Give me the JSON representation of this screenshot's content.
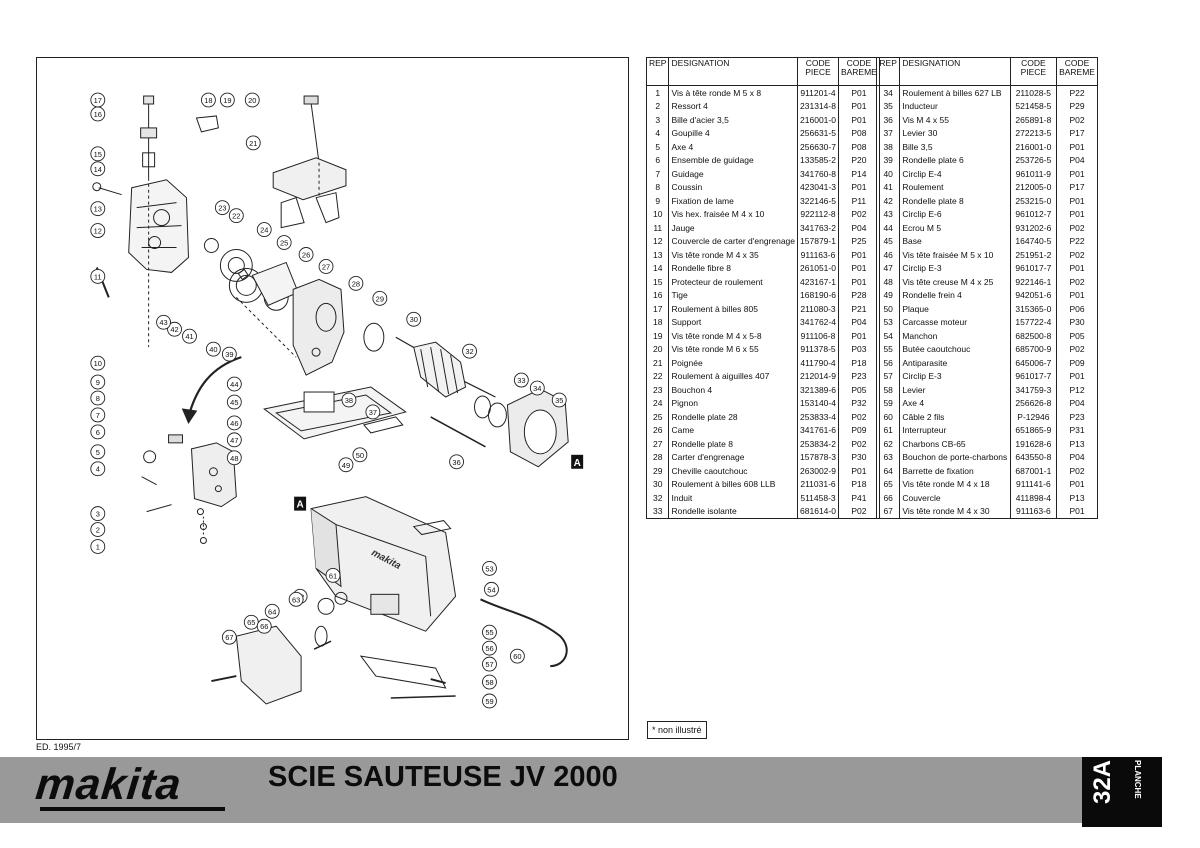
{
  "columns": {
    "rep": "REP",
    "designation": "DESIGNATION",
    "code_line1": "CODE",
    "code_line2": "PIECE",
    "bareme_line1": "CODE",
    "bareme_line2": "BAREME"
  },
  "parts_left": [
    {
      "rep": "1",
      "designation": "Vis à tête ronde M 5 x 8",
      "code": "911201-4",
      "bareme": "P01"
    },
    {
      "rep": "2",
      "designation": "Ressort 4",
      "code": "231314-8",
      "bareme": "P01"
    },
    {
      "rep": "3",
      "designation": "Bille d'acier 3,5",
      "code": "216001-0",
      "bareme": "P01"
    },
    {
      "rep": "4",
      "designation": "Goupille 4",
      "code": "256631-5",
      "bareme": "P08"
    },
    {
      "rep": "5",
      "designation": "Axe 4",
      "code": "256630-7",
      "bareme": "P08"
    },
    {
      "rep": "6",
      "designation": "Ensemble de guidage",
      "code": "133585-2",
      "bareme": "P20"
    },
    {
      "rep": "7",
      "designation": "Guidage",
      "code": "341760-8",
      "bareme": "P14"
    },
    {
      "rep": "8",
      "designation": "Coussin",
      "code": "423041-3",
      "bareme": "P01"
    },
    {
      "rep": "9",
      "designation": "Fixation de lame",
      "code": "322146-5",
      "bareme": "P11"
    },
    {
      "rep": "10",
      "designation": "Vis hex. fraisée M 4 x 10",
      "code": "922112-8",
      "bareme": "P02"
    },
    {
      "rep": "11",
      "designation": "Jauge",
      "code": "341763-2",
      "bareme": "P04"
    },
    {
      "rep": "12",
      "designation": "Couvercle de carter d'engrenage",
      "code": "157879-1",
      "bareme": "P25"
    },
    {
      "rep": "13",
      "designation": "Vis tête ronde M 4 x 35",
      "code": "911163-6",
      "bareme": "P01"
    },
    {
      "rep": "14",
      "designation": "Rondelle fibre 8",
      "code": "261051-0",
      "bareme": "P01"
    },
    {
      "rep": "15",
      "designation": "Protecteur de roulement",
      "code": "423167-1",
      "bareme": "P01"
    },
    {
      "rep": "16",
      "designation": "Tige",
      "code": "168190-6",
      "bareme": "P28"
    },
    {
      "rep": "17",
      "designation": "Roulement à billes 805",
      "code": "211080-3",
      "bareme": "P21"
    },
    {
      "rep": "18",
      "designation": "Support",
      "code": "341762-4",
      "bareme": "P04"
    },
    {
      "rep": "19",
      "designation": "Vis tête ronde M 4 x 5-8",
      "code": "911106-8",
      "bareme": "P01"
    },
    {
      "rep": "20",
      "designation": "Vis tête ronde M 6 x 55",
      "code": "911378-5",
      "bareme": "P03"
    },
    {
      "rep": "21",
      "designation": "Poignée",
      "code": "411790-4",
      "bareme": "P18"
    },
    {
      "rep": "22",
      "designation": "Roulement à aiguilles 407",
      "code": "212014-9",
      "bareme": "P23"
    },
    {
      "rep": "23",
      "designation": "Bouchon 4",
      "code": "321389-6",
      "bareme": "P05"
    },
    {
      "rep": "24",
      "designation": "Pignon",
      "code": "153140-4",
      "bareme": "P32"
    },
    {
      "rep": "25",
      "designation": "Rondelle plate 28",
      "code": "253833-4",
      "bareme": "P02"
    },
    {
      "rep": "26",
      "designation": "Came",
      "code": "341761-6",
      "bareme": "P09"
    },
    {
      "rep": "27",
      "designation": "Rondelle plate 8",
      "code": "253834-2",
      "bareme": "P02"
    },
    {
      "rep": "28",
      "designation": "Carter d'engrenage",
      "code": "157878-3",
      "bareme": "P30"
    },
    {
      "rep": "29",
      "designation": "Cheville caoutchouc",
      "code": "263002-9",
      "bareme": "P01"
    },
    {
      "rep": "30",
      "designation": "Roulement à billes 608 LLB",
      "code": "211031-6",
      "bareme": "P18"
    },
    {
      "rep": "32",
      "designation": "Induit",
      "code": "511458-3",
      "bareme": "P41"
    },
    {
      "rep": "33",
      "designation": "Rondelle isolante",
      "code": "681614-0",
      "bareme": "P02"
    }
  ],
  "parts_right": [
    {
      "rep": "34",
      "designation": "Roulement à billes 627 LB",
      "code": "211028-5",
      "bareme": "P22"
    },
    {
      "rep": "35",
      "designation": "Inducteur",
      "code": "521458-5",
      "bareme": "P29"
    },
    {
      "rep": "36",
      "designation": "Vis  M 4 x 55",
      "code": "265891-8",
      "bareme": "P02"
    },
    {
      "rep": "37",
      "designation": "Levier 30",
      "code": "272213-5",
      "bareme": "P17"
    },
    {
      "rep": "38",
      "designation": "Bille 3,5",
      "code": "216001-0",
      "bareme": "P01"
    },
    {
      "rep": "39",
      "designation": "Rondelle plate 6",
      "code": "253726-5",
      "bareme": "P04"
    },
    {
      "rep": "40",
      "designation": "Circlip E-4",
      "code": "961011-9",
      "bareme": "P01"
    },
    {
      "rep": "41",
      "designation": "Roulement",
      "code": "212005-0",
      "bareme": "P17"
    },
    {
      "rep": "42",
      "designation": "Rondelle plate 8",
      "code": "253215-0",
      "bareme": "P01"
    },
    {
      "rep": "43",
      "designation": "Circlip E-6",
      "code": "961012-7",
      "bareme": "P01"
    },
    {
      "rep": "44",
      "designation": "Ecrou M 5",
      "code": "931202-6",
      "bareme": "P02"
    },
    {
      "rep": "45",
      "designation": "Base",
      "code": "164740-5",
      "bareme": "P22"
    },
    {
      "rep": "46",
      "designation": "Vis tête fraisée M 5 x 10",
      "code": "251951-2",
      "bareme": "P02"
    },
    {
      "rep": "47",
      "designation": "Circlip E-3",
      "code": "961017-7",
      "bareme": "P01"
    },
    {
      "rep": "48",
      "designation": "Vis tête creuse M 4 x 25",
      "code": "922146-1",
      "bareme": "P02"
    },
    {
      "rep": "49",
      "designation": "Rondelle frein 4",
      "code": "942051-6",
      "bareme": "P01"
    },
    {
      "rep": "50",
      "designation": "Plaque",
      "code": "315365-0",
      "bareme": "P06"
    },
    {
      "rep": "53",
      "designation": "Carcasse moteur",
      "code": "157722-4",
      "bareme": "P30"
    },
    {
      "rep": "54",
      "designation": "Manchon",
      "code": "682500-8",
      "bareme": "P05"
    },
    {
      "rep": "55",
      "designation": "Butée caoutchouc",
      "code": "685700-9",
      "bareme": "P02"
    },
    {
      "rep": "56",
      "designation": "Antiparasite",
      "code": "645006-7",
      "bareme": "P09"
    },
    {
      "rep": "57",
      "designation": "Circlip E-3",
      "code": "961017-7",
      "bareme": "P01"
    },
    {
      "rep": "58",
      "designation": "Levier",
      "code": "341759-3",
      "bareme": "P12"
    },
    {
      "rep": "59",
      "designation": "Axe 4",
      "code": "256626-8",
      "bareme": "P04"
    },
    {
      "rep": "60",
      "designation": "Câble 2 fils",
      "code": "P-12946",
      "bareme": "P23"
    },
    {
      "rep": "61",
      "designation": "Interrupteur",
      "code": "651865-9",
      "bareme": "P31"
    },
    {
      "rep": "62",
      "designation": "Charbons CB-65",
      "code": "191628-6",
      "bareme": "P13"
    },
    {
      "rep": "63",
      "designation": "Bouchon de porte-charbons",
      "code": "643550-8",
      "bareme": "P04"
    },
    {
      "rep": "64",
      "designation": "Barrette de fixation",
      "code": "687001-1",
      "bareme": "P02"
    },
    {
      "rep": "65",
      "designation": "Vis tête ronde M 4 x 18",
      "code": "911141-6",
      "bareme": "P01"
    },
    {
      "rep": "66",
      "designation": "Couvercle",
      "code": "411898-4",
      "bareme": "P13"
    },
    {
      "rep": "67",
      "designation": "Vis tête ronde M 4 x 30",
      "code": "911163-6",
      "bareme": "P01"
    }
  ],
  "diagram": {
    "callouts": [
      "1",
      "2",
      "3",
      "4",
      "5",
      "6",
      "7",
      "8",
      "9",
      "10",
      "11",
      "12",
      "13",
      "14",
      "15",
      "16",
      "17",
      "18",
      "19",
      "20",
      "21",
      "22",
      "23",
      "24",
      "25",
      "26",
      "27",
      "28",
      "29",
      "30",
      "32",
      "33",
      "34",
      "35",
      "36",
      "37",
      "38",
      "39",
      "40",
      "41",
      "42",
      "43",
      "44",
      "45",
      "46",
      "47",
      "48",
      "49",
      "50",
      "53",
      "54",
      "55",
      "56",
      "57",
      "58",
      "59",
      "60",
      "61",
      "62",
      "63",
      "64",
      "65",
      "66",
      "67"
    ],
    "markers": [
      "A",
      "A"
    ],
    "logo_text": "makita"
  },
  "note": "* non illustré",
  "edition": "ED. 1995/7",
  "brand": "makita",
  "title": "SCIE SAUTEUSE JV 2000",
  "plate_label": "PLANCHE",
  "plate_number": "32A",
  "colors": {
    "band": "#999999",
    "plate": "#0a0a0a",
    "ink": "#111111"
  }
}
